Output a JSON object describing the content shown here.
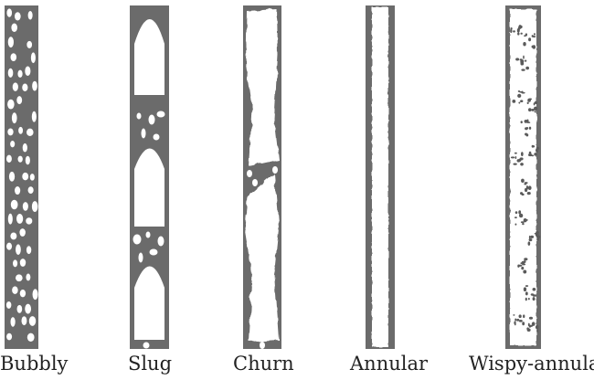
{
  "figure": {
    "regimes": [
      {
        "key": "bubbly",
        "label": "Bubbly"
      },
      {
        "key": "slug",
        "label": "Slug"
      },
      {
        "key": "churn",
        "label": "Churn"
      },
      {
        "key": "annular",
        "label": "Annular"
      },
      {
        "key": "wispy-annular",
        "label": "Wispy-annular"
      }
    ],
    "colors": {
      "liquid": "#6b6b6b",
      "gas": "#ffffff",
      "wisp": "#5a5a5a"
    }
  }
}
